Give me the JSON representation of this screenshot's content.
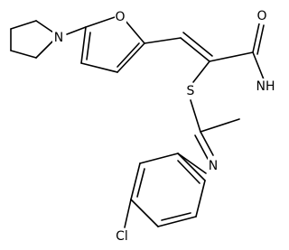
{
  "colors": {
    "background": "#ffffff",
    "ink": "#000000"
  },
  "atoms": {
    "n_pyrrolidine": "N",
    "o_furan": "O",
    "o_carbonyl": "O",
    "nh_ring": "NH",
    "s_ring": "S",
    "n_imine": "N",
    "cl": "Cl"
  }
}
